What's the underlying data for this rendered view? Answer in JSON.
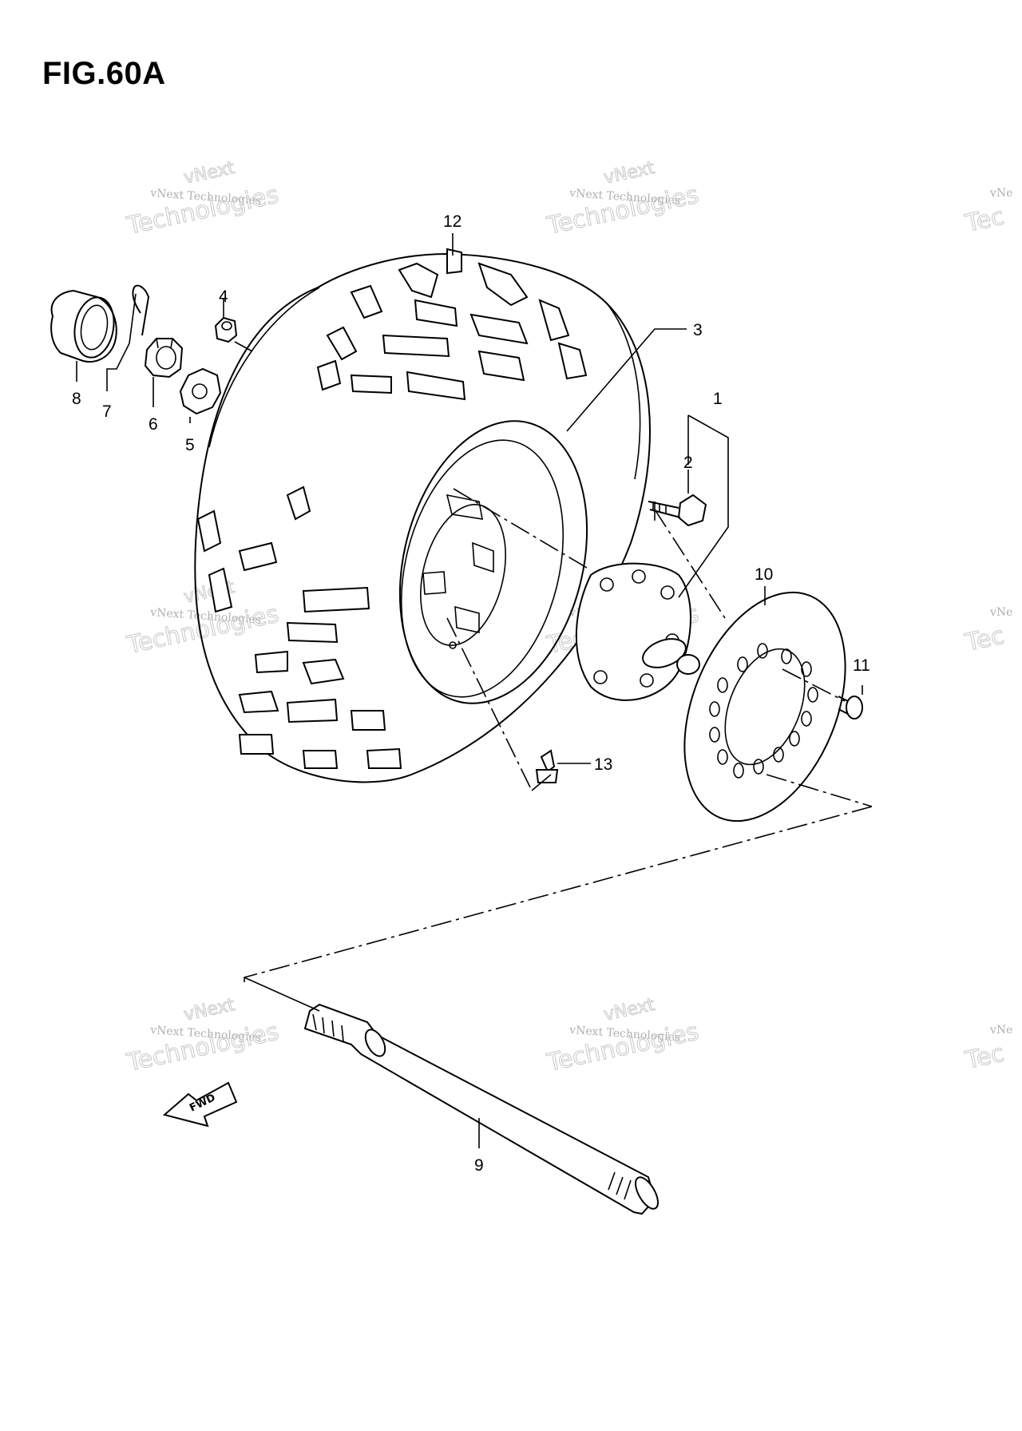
{
  "figure": {
    "title": "FIG.60A"
  },
  "callouts": [
    "1",
    "2",
    "3",
    "4",
    "5",
    "6",
    "7",
    "8",
    "9",
    "10",
    "11",
    "12",
    "13"
  ],
  "fwd_label": "FWD",
  "watermark": {
    "line1": "vNext",
    "line2": "vNext Technologies",
    "line3": "Technologies",
    "partial_line1": "vNe",
    "partial_line2": "Tec"
  }
}
